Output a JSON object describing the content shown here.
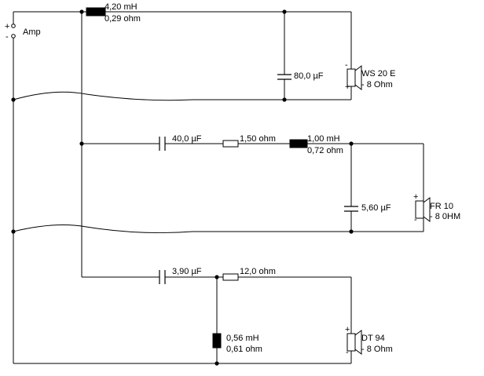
{
  "amp": {
    "label": "Amp",
    "plus": "+",
    "minus": "-"
  },
  "woofer_branch": {
    "inductor_value": "4,20 mH",
    "inductor_resistance": "0,29 ohm",
    "capacitor_value": "80,0 µF",
    "speaker_name": "WS 20 E",
    "speaker_impedance": "- 8 Ohm",
    "speaker_plus": "+",
    "speaker_minus": "-"
  },
  "mid_branch": {
    "capacitor_value": "40,0 µF",
    "resistor_value": "1,50 ohm",
    "inductor_value": "1,00 mH",
    "inductor_resistance": "0,72 ohm",
    "shunt_capacitor_value": "5,60 µF",
    "speaker_name": "FR 10",
    "speaker_impedance": "- 8 0HM",
    "speaker_plus": "+",
    "speaker_minus": "-"
  },
  "tweeter_branch": {
    "capacitor_value": "3,90 µF",
    "resistor_value": "12,0 ohm",
    "shunt_inductor_value": "0,56 mH",
    "shunt_inductor_resistance": "0,61 ohm",
    "speaker_name": "DT 94",
    "speaker_impedance": "- 8 Ohm",
    "speaker_plus": "+",
    "speaker_minus": "-"
  }
}
